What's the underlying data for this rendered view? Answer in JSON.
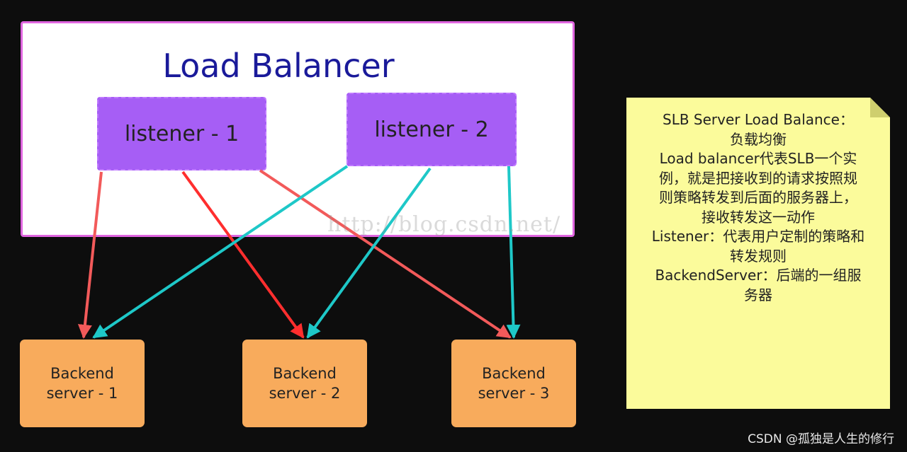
{
  "load_balancer": {
    "title": "Load Balancer"
  },
  "listeners": [
    {
      "label": "listener - 1"
    },
    {
      "label": "listener - 2"
    }
  ],
  "backends": [
    {
      "line1": "Backend",
      "line2": "server - 1"
    },
    {
      "line1": "Backend",
      "line2": "server - 2"
    },
    {
      "line1": "Backend",
      "line2": "server - 3"
    }
  ],
  "note": {
    "lines": [
      "SLB      Server Load Balance：",
      "负载均衡",
      "Load balancer代表SLB一个实",
      "例，就是把接收到的请求按照规",
      "则策略转发到后面的服务器上，",
      "接收转发这一动作",
      "Listener：代表用户定制的策略和",
      "转发规则",
      "BackendServer：后端的一组服",
      "务器"
    ]
  },
  "watermark": "http://blog.csdn.net/",
  "credit": "CSDN @孤独是人生的修行",
  "colors": {
    "listener1_arrows": "#f25a5a",
    "listener2_arrows": "#1ec8c8",
    "listener_fill": "#a65ef5",
    "backend_fill": "#f8ab5c",
    "note_fill": "#fbfb9b",
    "title_color": "#1a1a9a"
  }
}
